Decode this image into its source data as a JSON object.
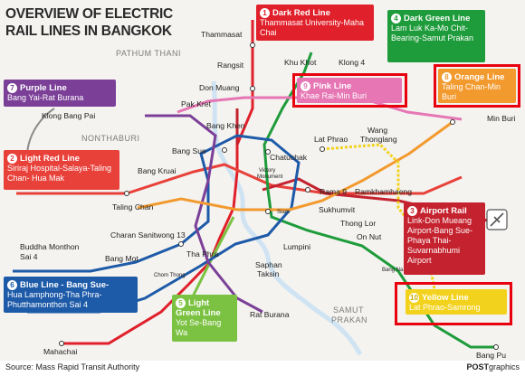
{
  "title_line1": "OVERVIEW OF ELECTRIC",
  "title_line2": "RAIL LINES IN BANGKOK",
  "regions": {
    "pathum_thani": "PATHUM THANI",
    "nonthaburi": "NONTHABURI",
    "samut_prakan_1": "SAMUT",
    "samut_prakan_2": "PRAKAN"
  },
  "stations": {
    "thammasat": "Thammasat",
    "rangsit": "Rangsit",
    "khu_khot": "Khu Khot",
    "klong4": "Klong 4",
    "don_muang": "Don Muang",
    "pak_kret": "Pak Kret",
    "klong_bang_pai": "Klong Bang Pai",
    "bang_khen": "Bang Khen",
    "min_buri": "Min Buri",
    "wang_thonglang_1": "Wang",
    "wang_thonglang_2": "Thonglang",
    "lat_phrao": "Lat Phrao",
    "bang_sue": "Bang Sue",
    "chatuchak": "Chatuchak",
    "bang_kruai": "Bang Kruai",
    "victory_1": "Victory",
    "victory_2": "Monument",
    "rama9": "Rama 9",
    "ramkhamhaeng": "Ramkhamhaeng",
    "taling_chan": "Taling Chan",
    "siam": "Siam",
    "sukhumvit": "Sukhumvit",
    "thong_lor": "Thong Lor",
    "on_nut": "On Nut",
    "charan": "Charan Sanitwong 13",
    "buddha_1": "Buddha Monthon",
    "buddha_2": "Sai 4",
    "tha_phra": "Tha Phra",
    "lumpini": "Lumpini",
    "bang_mot": "Bang Mot",
    "chom_thong": "Chom Thong",
    "saphan_1": "Saphan",
    "saphan_2": "Taksin",
    "bang_na": "Bang Na",
    "rat_burana": "Rat Burana",
    "mahachai": "Mahachai",
    "bang_pu": "Bang Pu"
  },
  "legend": [
    {
      "num": "1",
      "name": "Dark Red Line",
      "desc": "Thammasat University-Maha Chai",
      "color": "#e0202a"
    },
    {
      "num": "2",
      "name": "Light Red Line",
      "desc": "Siriraj Hospital-Salaya-Taling Chan- Hua Mak",
      "color": "#e8413a"
    },
    {
      "num": "3",
      "name": "Airport Rail",
      "desc": "Link-Don Mueang Airport-Bang Sue-Phaya Thai-Suvarnabhumi Airport",
      "color": "#c4222e"
    },
    {
      "num": "4",
      "name": "Dark Green Line",
      "desc": "Lam Luk Ka-Mo Chit-Bearing-Samut Prakan",
      "color": "#1e9b3a"
    },
    {
      "num": "5",
      "name": "Light Green Line",
      "desc": "Yot Se-Bang Wa",
      "color": "#7cc242"
    },
    {
      "num": "6",
      "name": "Blue Line - Bang Sue-",
      "desc": "Hua Lamphong-Tha Phra-Phutthamonthon Sai 4",
      "color": "#1d5aa8"
    },
    {
      "num": "7",
      "name": "Purple Line",
      "desc": "Bang Yai-Rat Burana",
      "color": "#7b3f98"
    },
    {
      "num": "8",
      "name": "Orange Line",
      "desc": "Taling Chan-Min Buri",
      "color": "#f29a2e"
    },
    {
      "num": "9",
      "name": "Pink Line",
      "desc": "Khae Rai-Min Buri",
      "color": "#e676b4"
    },
    {
      "num": "10",
      "name": "Yellow Line",
      "desc": "Lat Phrao-Samrong",
      "color": "#f3d21d"
    }
  ],
  "footer": {
    "source": "Source: Mass Rapid Transit Authority",
    "credit_bold": "POST",
    "credit_rest": "graphics"
  },
  "colors": {
    "highlight": "#e8000f",
    "river": "#cfe3f3"
  }
}
